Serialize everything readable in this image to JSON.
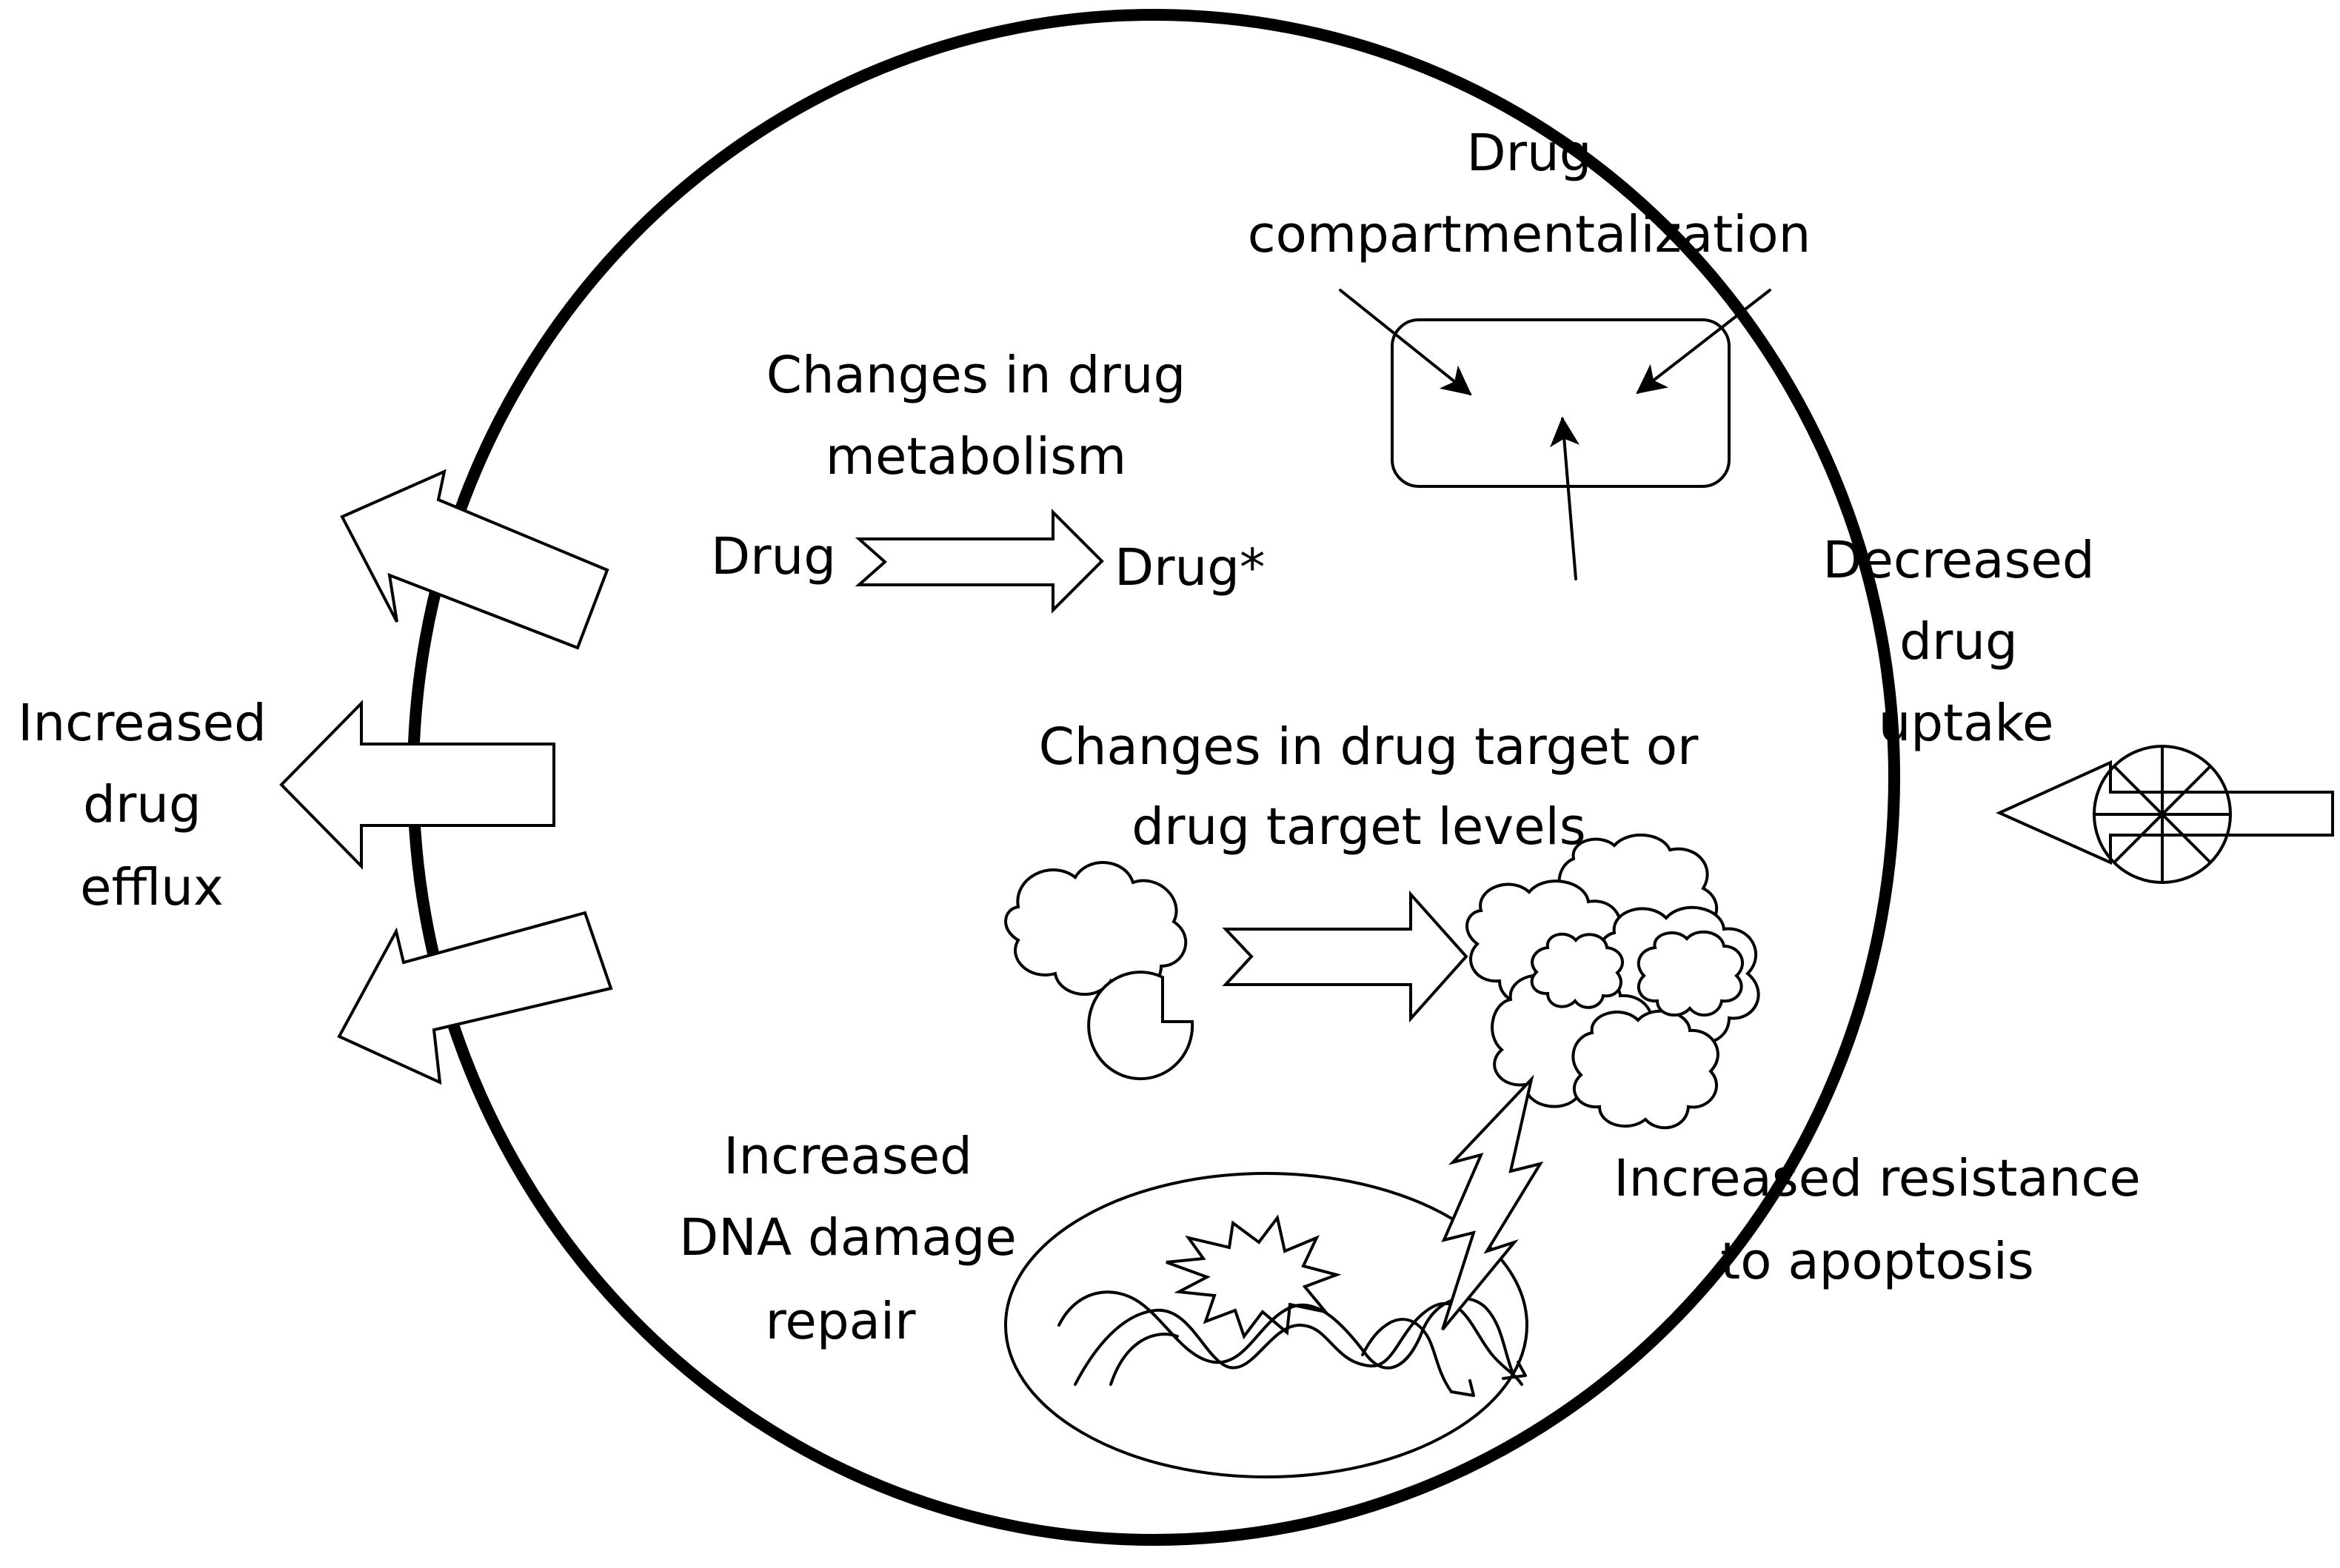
{
  "labels": {
    "compartmentalization": [
      "Drug",
      "compartmentalization"
    ],
    "metabolism": [
      "Changes in drug",
      "metabolism"
    ],
    "drug": "Drug",
    "drug_star": "Drug*",
    "uptake": [
      "Decreased",
      "drug",
      "uptake"
    ],
    "efflux": [
      "Increased",
      "drug",
      "efflux"
    ],
    "target": [
      "Changes in drug target or",
      "drug target  levels"
    ],
    "dna_repair": [
      "Increased",
      "DNA damage",
      "repair"
    ],
    "apoptosis": [
      "Increased resistance",
      "to apoptosis"
    ]
  },
  "colors": {
    "stroke": "#000000",
    "fill": "#ffffff"
  },
  "icons": [
    "cell-membrane",
    "compartment-box",
    "efflux-arrow",
    "uptake-transporter",
    "drug-target-cloud",
    "pacman-inhibitor",
    "nucleus",
    "dna-helix",
    "damage-burst",
    "lightning-bolt"
  ]
}
